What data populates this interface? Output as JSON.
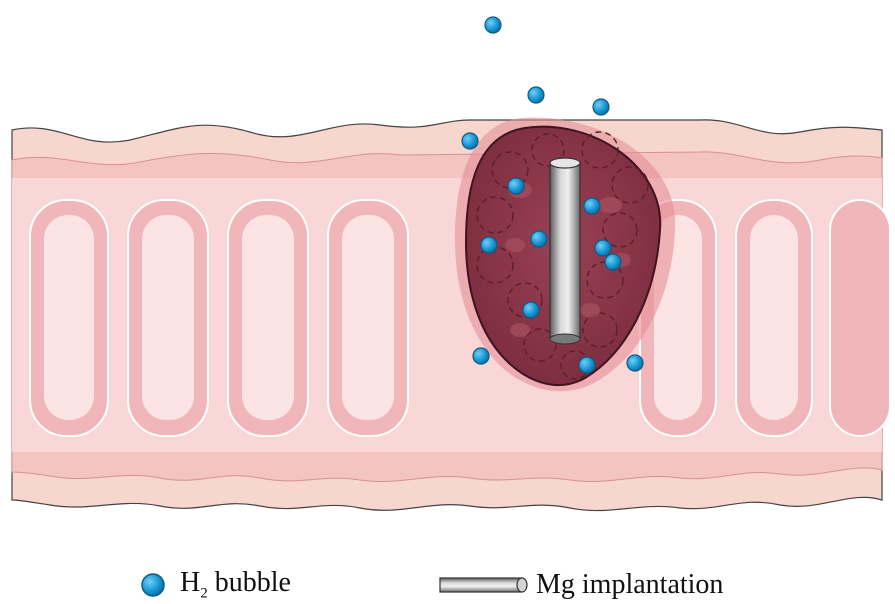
{
  "legend": {
    "bubble_label": "H",
    "bubble_subscript": "2",
    "bubble_suffix": " bubble",
    "implant_label": "Mg implantation"
  },
  "colors": {
    "intestine_outer": "#f7d8cf",
    "intestine_wall": "#f3c1bf",
    "intestine_inner": "#fbe2df",
    "fold": "#f2b8ba",
    "tumor": "#8b3546",
    "tumor_dark": "#5e1f2e",
    "tumor_halo": "#e38b93",
    "bubble": "#1a97d3",
    "bubble_stroke": "#0d5b86",
    "rod_light": "#d9d9d9",
    "rod_dark": "#6e6e6e"
  },
  "icons": {
    "bubble": "h2-bubble-icon",
    "rod": "mg-rod-icon"
  }
}
